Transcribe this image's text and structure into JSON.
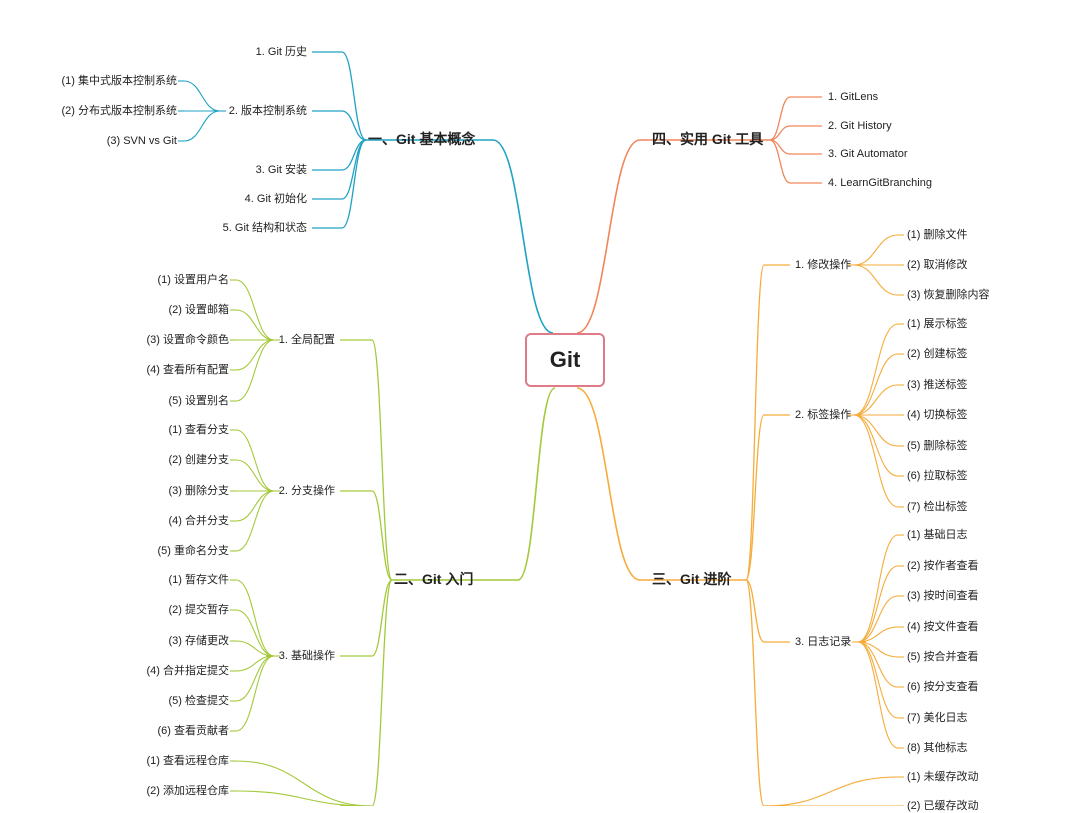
{
  "root": {
    "label": "Git"
  },
  "colors": {
    "basics": "#1fa2c4",
    "intro": "#a3c93a",
    "advanced": "#f5ac3c",
    "tools": "#f0865a",
    "root_border": "#e07a86"
  },
  "branches": {
    "basics": {
      "label": "一、Git 基本概念",
      "children": [
        {
          "label": "1. Git 历史"
        },
        {
          "label": "2. 版本控制系统",
          "children": [
            "(1) 集中式版本控制系统",
            "(2) 分布式版本控制系统",
            "(3) SVN vs Git"
          ]
        },
        {
          "label": "3. Git 安装"
        },
        {
          "label": "4. Git 初始化"
        },
        {
          "label": "5. Git 结构和状态"
        }
      ]
    },
    "tools": {
      "label": "四、实用 Git 工具",
      "children": [
        {
          "label": "1. GitLens"
        },
        {
          "label": "2. Git History"
        },
        {
          "label": "3. Git Automator"
        },
        {
          "label": "4. LearnGitBranching"
        }
      ]
    },
    "intro": {
      "label": "二、Git 入门",
      "children": [
        {
          "label": "1. 全局配置",
          "children": [
            "(1) 设置用户名",
            "(2) 设置邮箱",
            "(3) 设置命令颜色",
            "(4) 查看所有配置",
            "(5) 设置别名"
          ]
        },
        {
          "label": "2. 分支操作",
          "children": [
            "(1) 查看分支",
            "(2) 创建分支",
            "(3) 删除分支",
            "(4) 合并分支",
            "(5) 重命名分支"
          ]
        },
        {
          "label": "3. 基础操作",
          "children": [
            "(1) 暂存文件",
            "(2) 提交暂存",
            "(3) 存储更改",
            "(4) 合并指定提交",
            "(5) 检查提交",
            "(6) 查看贡献者"
          ]
        },
        {
          "label": "",
          "children": [
            "(1) 查看远程仓库",
            "(2) 添加远程仓库"
          ]
        }
      ]
    },
    "advanced": {
      "label": "三、Git 进阶",
      "children": [
        {
          "label": "1. 修改操作",
          "children": [
            "(1) 删除文件",
            "(2) 取消修改",
            "(3) 恢复删除内容"
          ]
        },
        {
          "label": "2. 标签操作",
          "children": [
            "(1) 展示标签",
            "(2) 创建标签",
            "(3) 推送标签",
            "(4) 切换标签",
            "(5) 删除标签",
            "(6) 拉取标签",
            "(7) 检出标签"
          ]
        },
        {
          "label": "3. 日志记录",
          "children": [
            "(1) 基础日志",
            "(2) 按作者查看",
            "(3) 按时间查看",
            "(4) 按文件查看",
            "(5) 按合并查看",
            "(6) 按分支查看",
            "(7) 美化日志",
            "(8) 其他标志"
          ]
        },
        {
          "label": "",
          "children": [
            "(1) 未缓存改动",
            "(2) 已缓存改动"
          ]
        }
      ]
    }
  }
}
